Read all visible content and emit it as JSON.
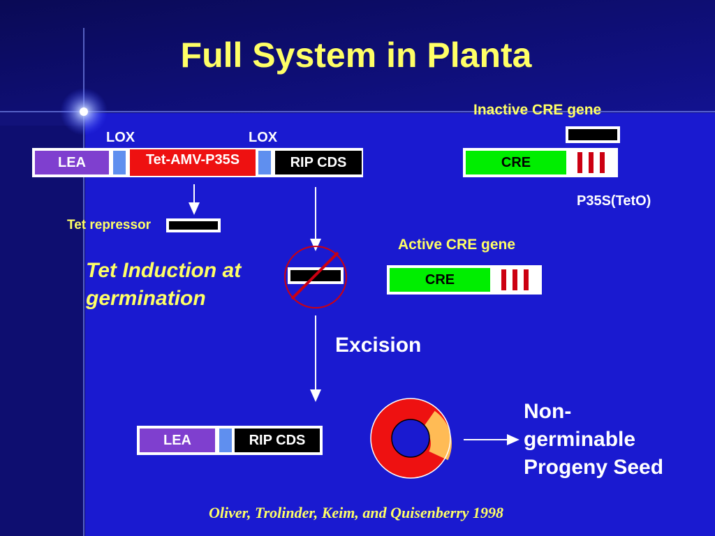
{
  "title": "Full System in Planta",
  "construct_top": {
    "lox_left": "LOX",
    "lox_right": "LOX",
    "lea": "LEA",
    "promoter": "Tet-AMV-P35S",
    "rip": "RIP  CDS"
  },
  "tet_repressor": "Tet repressor",
  "tet_induction": [
    "Tet Induction at",
    "germination"
  ],
  "inactive_cre": {
    "label": "Inactive CRE gene",
    "cre": "CRE",
    "promoter": "P35S(TetO)"
  },
  "active_cre": {
    "label": "Active CRE gene",
    "cre": "CRE"
  },
  "excision": "Excision",
  "construct_bottom": {
    "lea": "LEA",
    "rip": "RIP  CDS"
  },
  "outcome": [
    "Non-",
    "germinable",
    "Progeny Seed"
  ],
  "citation": "Oliver, Trolinder, Keim, and Quisenberry 1998",
  "colors": {
    "background": "#1a1ad0",
    "title": "#ffff66",
    "lea": "#7f3fcf",
    "lox": "#5f8fef",
    "promoter": "#ee1111",
    "cre": "#00ee00",
    "operator": "#cc0011",
    "seed_ring": "#ee1111",
    "seed_embryo": "#ffbb55"
  }
}
